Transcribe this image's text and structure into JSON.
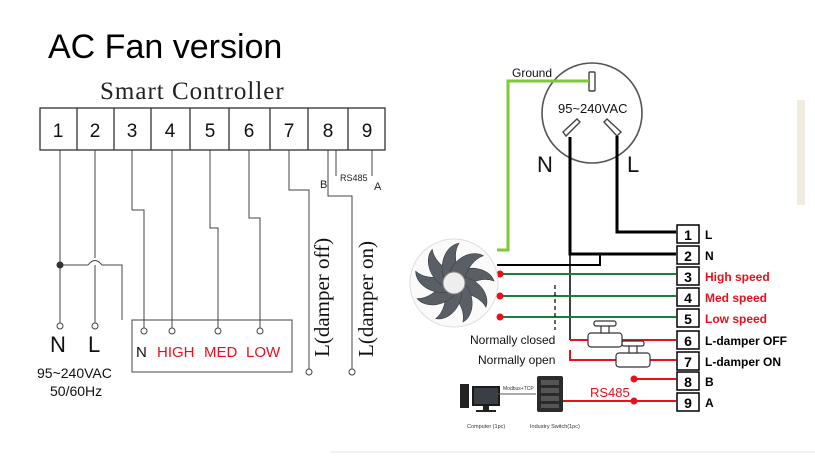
{
  "title": "AC Fan version",
  "controller": {
    "title": "Smart Controller",
    "terminals": [
      "1",
      "2",
      "3",
      "4",
      "5",
      "6",
      "7",
      "8",
      "9"
    ],
    "rs485": "RS485",
    "b": "B",
    "a": "A",
    "n": "N",
    "l": "L",
    "supply_line1": "95~240VAC",
    "supply_line2": "50/60Hz",
    "box_n": "N",
    "high": "HIGH",
    "med": "MED",
    "low": "LOW",
    "damper_off": "L(damper off)",
    "damper_on": "L(damper on)"
  },
  "wiring": {
    "ground": "Ground",
    "socket_voltage": "95~240VAC",
    "plug_n": "N",
    "plug_l": "L",
    "normally_closed": "Normally closed",
    "normally_open": "Normally open",
    "rs485": "RS485",
    "modbus": "Modbus+TCP",
    "computer_caption": "Computer (1pc)",
    "switch_caption": "Industry Switch(1pc)",
    "terminals": [
      {
        "num": "1",
        "label": "L",
        "color": "#000000"
      },
      {
        "num": "2",
        "label": "N",
        "color": "#000000"
      },
      {
        "num": "3",
        "label": "High speed",
        "color": "#e8101a"
      },
      {
        "num": "4",
        "label": "Med speed",
        "color": "#e8101a"
      },
      {
        "num": "5",
        "label": "Low speed",
        "color": "#e8101a"
      },
      {
        "num": "6",
        "label": "L-damper OFF",
        "color": "#000000"
      },
      {
        "num": "7",
        "label": "L-damper ON",
        "color": "#000000"
      },
      {
        "num": "8",
        "label": "B",
        "color": "#000000"
      },
      {
        "num": "9",
        "label": "A",
        "color": "#000000"
      }
    ]
  },
  "colors": {
    "red": "#e8101a",
    "green": "#17803a",
    "lime": "#7ec93a",
    "black": "#000000"
  }
}
